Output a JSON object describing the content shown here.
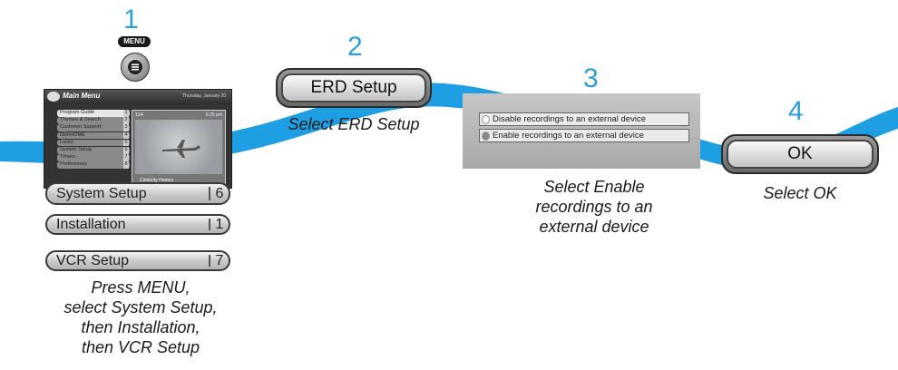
{
  "steps": [
    {
      "number": "1",
      "caption_lines": [
        "Press MENU,",
        "select System Setup,",
        "then Installation,",
        "then VCR Setup"
      ]
    },
    {
      "number": "2",
      "caption_lines": [
        "Select ERD Setup"
      ]
    },
    {
      "number": "3",
      "caption_lines": [
        "Select Enable",
        "recordings to an",
        "external device"
      ]
    },
    {
      "number": "4",
      "caption_lines": [
        "Select OK"
      ]
    }
  ],
  "remote": {
    "menu_label": "MENU",
    "button_icon": "menu-icon"
  },
  "tv_screen": {
    "title": "Main Menu",
    "date": "Thursday, January 20",
    "channel": "114",
    "time": "6:25 pm",
    "show_title": "Celebrity Homes",
    "menu_items": [
      {
        "label": "Program Guide",
        "num": "1"
      },
      {
        "label": "Themes & Search",
        "num": "2"
      },
      {
        "label": "Customer Support",
        "num": "3"
      },
      {
        "label": "DishHOME",
        "num": "4"
      },
      {
        "label": "Locks",
        "num": "5"
      },
      {
        "label": "System Setup",
        "num": "6"
      },
      {
        "label": "Timers",
        "num": "7"
      },
      {
        "label": "Preferences",
        "num": "8"
      }
    ]
  },
  "menu_buttons": [
    {
      "label": "System Setup",
      "num": "6"
    },
    {
      "label": "Installation",
      "num": "1"
    },
    {
      "label": "VCR Setup",
      "num": "7"
    }
  ],
  "erd_button": {
    "label": "ERD Setup"
  },
  "erd_dialog": {
    "options": [
      "Disable recordings to an external device",
      "Enable recordings to an external device"
    ],
    "selected_index": 1
  },
  "ok_button": {
    "label": "OK"
  },
  "colors": {
    "step_number": "#2a9fd8",
    "ribbon": "#1e9ee3"
  }
}
